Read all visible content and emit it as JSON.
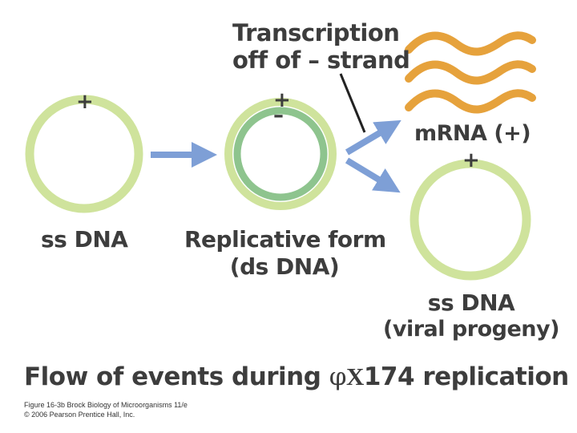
{
  "labels": {
    "transcription_line1": "Transcription",
    "transcription_line2": "off of – strand",
    "mrna": "mRNA (+)",
    "ss_dna_left": "ss DNA",
    "replicative_form_line1": "Replicative form",
    "replicative_form_line2": "(ds DNA)",
    "ss_dna_right_line1": "ss DNA",
    "ss_dna_right_line2": "(viral progeny)"
  },
  "signs": {
    "left_plus": "+",
    "center_plus": "+",
    "center_minus": "–",
    "right_plus": "+"
  },
  "title": {
    "prefix": "Flow of events during ",
    "phi": "φ",
    "chi": "X",
    "suffix": "174 replication"
  },
  "credit": {
    "line1": "Figure 16-3b  Brock Biology of Microorganisms 11/e",
    "line2": "© 2006 Pearson Prentice Hall, Inc."
  },
  "colors": {
    "plus_strand": "#cfe39c",
    "minus_strand": "#8ec48e",
    "arrow": "#7e9fd6",
    "mrna": "#e6a23c",
    "text": "#3d3d3d"
  }
}
